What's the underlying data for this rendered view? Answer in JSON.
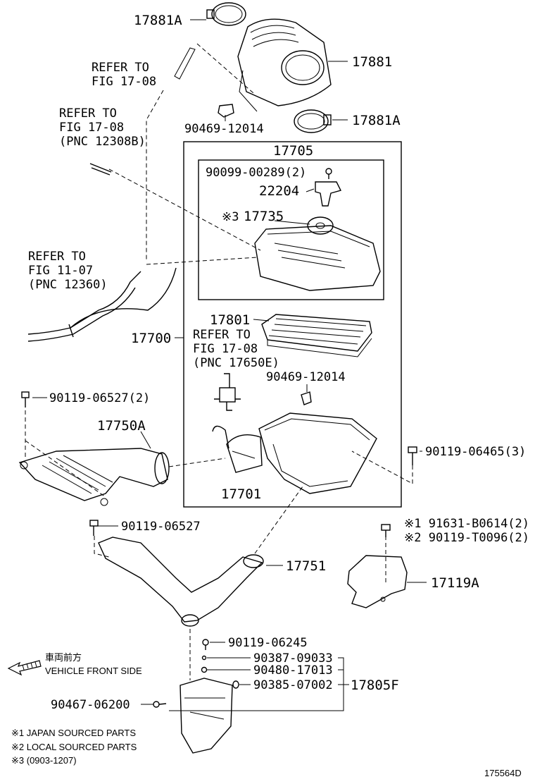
{
  "parts": {
    "p17881A_top": "17881A",
    "p17881": "17881",
    "p90469_top": "90469-12014",
    "p17881A_bottom": "17881A",
    "p17705": "17705",
    "p90099": "90099-00289(2)",
    "p22204": "22204",
    "p17735_mark": "※3",
    "p17735": "17735",
    "p17801": "17801",
    "p17700": "17700",
    "p90469_mid": "90469-12014",
    "p90119_06527_2": "90119-06527(2)",
    "p17750A": "17750A",
    "p90119_06465": "90119-06465(3)",
    "p17701": "17701",
    "p90119_06527": "90119-06527",
    "p91631": "※1 91631-B0614(2)",
    "p90119_T0096": "※2 90119-T0096(2)",
    "p17751": "17751",
    "p17119A": "17119A",
    "p90119_06245": "90119-06245",
    "p90387": "90387-09033",
    "p90480": "90480-17013",
    "p90385": "90385-07002",
    "p17805F": "17805F",
    "p90467": "90467-06200"
  },
  "refs": {
    "ref1_l1": "REFER TO",
    "ref1_l2": "FIG 17-08",
    "ref2_l1": "REFER TO",
    "ref2_l2": "FIG 17-08",
    "ref2_l3": "(PNC 12308B)",
    "ref3_l1": "REFER TO",
    "ref3_l2": "FIG 11-07",
    "ref3_l3": "(PNC 12360)",
    "ref4_l1": "REFER TO",
    "ref4_l2": "FIG 17-08",
    "ref4_l3": "(PNC 17650E)"
  },
  "direction": {
    "jp": "車両前方",
    "en": "VEHICLE FRONT SIDE",
    "icon": "arrow-left-icon"
  },
  "notes": {
    "n1": "※1 JAPAN SOURCED PARTS",
    "n2": "※2 LOCAL SOURCED PARTS",
    "n3": "※3 (0903-1207)"
  },
  "figure_code": "175564D"
}
